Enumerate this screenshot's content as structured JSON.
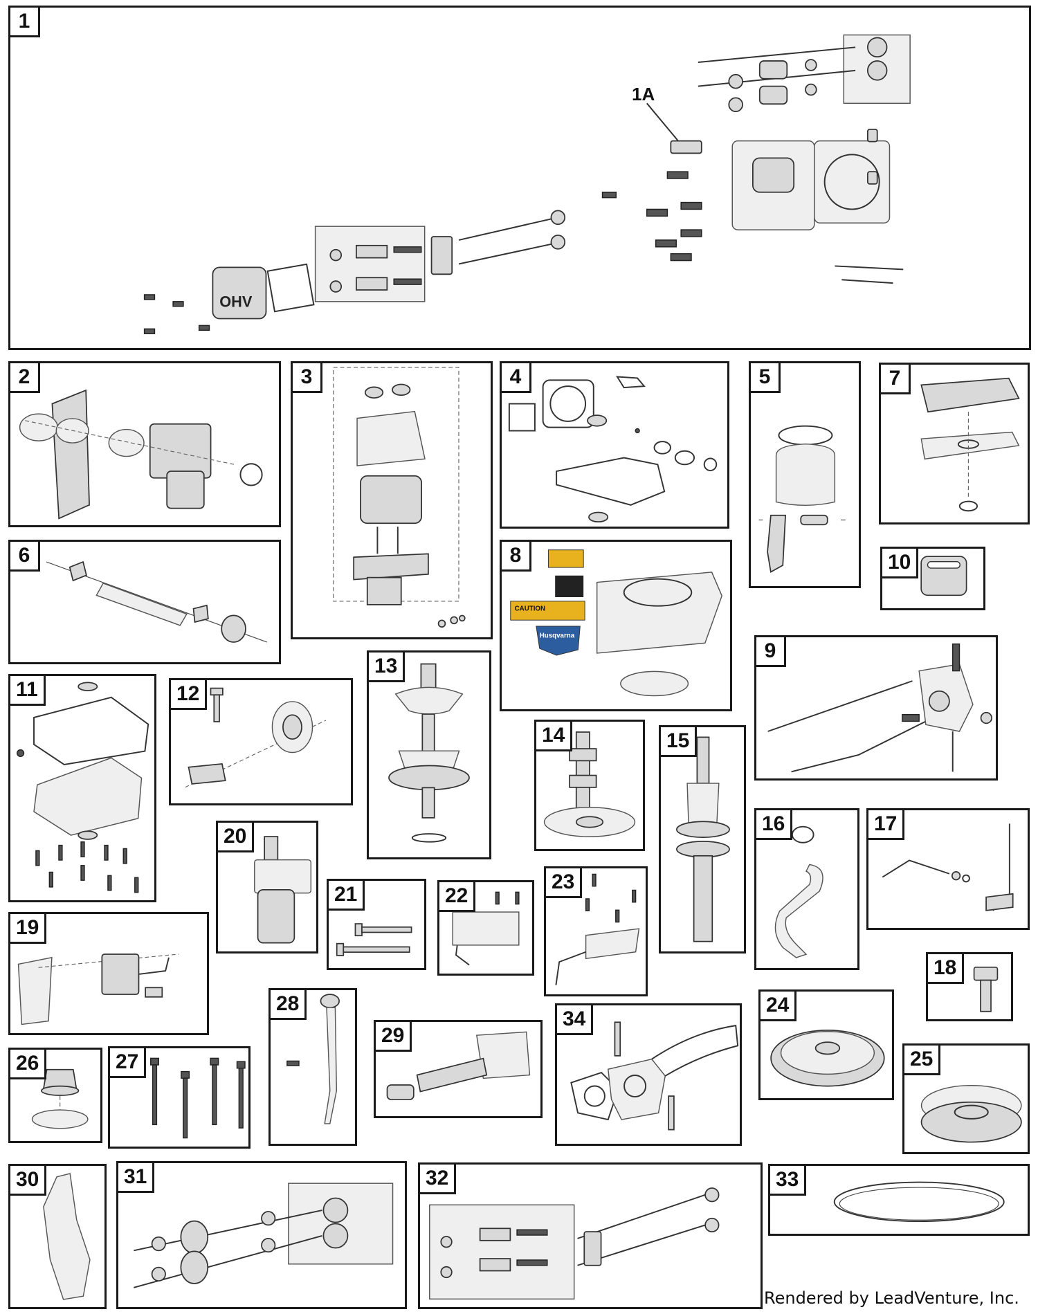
{
  "panels": {
    "p1": "1",
    "p1a": "1A",
    "p2": "2",
    "p3": "3",
    "p4": "4",
    "p5": "5",
    "p6": "6",
    "p7": "7",
    "p8": "8",
    "p9": "9",
    "p10": "10",
    "p11": "11",
    "p12": "12",
    "p13": "13",
    "p14": "14",
    "p15": "15",
    "p16": "16",
    "p17": "17",
    "p18": "18",
    "p19": "19",
    "p20": "20",
    "p21": "21",
    "p22": "22",
    "p23": "23",
    "p24": "24",
    "p25": "25",
    "p26": "26",
    "p27": "27",
    "p28": "28",
    "p29": "29",
    "p30": "30",
    "p31": "31",
    "p32": "32",
    "p33": "33",
    "p34": "34"
  },
  "cover_label": "OHV",
  "decal_caution": "CAUTION",
  "decal_brand": "Husqvarna",
  "footer": "Rendered by LeadVenture, Inc."
}
